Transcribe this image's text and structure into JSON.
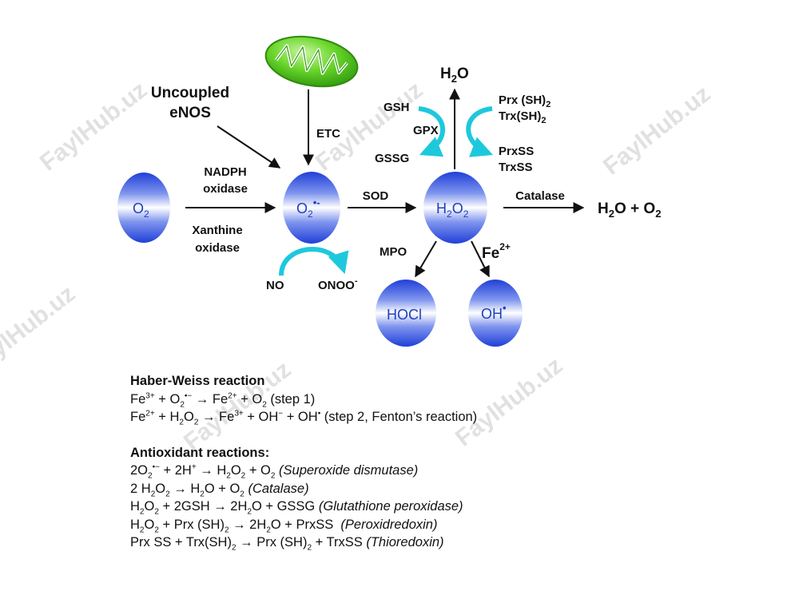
{
  "watermark": "FaylHub.uz",
  "diagram": {
    "uncoupled_enos_line1": "Uncoupled",
    "uncoupled_enos_line2": "eNOS",
    "etc": "ETC",
    "nadph_line1": "NADPH",
    "nadph_line2": "oxidase",
    "xanthine_line1": "Xanthine",
    "xanthine_line2": "oxidase",
    "sod": "SOD",
    "catalase": "Catalase",
    "mpo": "MPO",
    "fe": "Fe",
    "fe_charge": "2+",
    "gsh": "GSH",
    "gpx": "GPX",
    "gssg": "GSSG",
    "prx_sh": "Prx (SH)",
    "prx_sh_sub": "2",
    "trx_sh": "Trx(SH)",
    "trx_sh_sub": "2",
    "prxss": "PrxSS",
    "trxss": "TrxSS",
    "no": "NO",
    "onoo": "ONOO",
    "onoo_sup": "-",
    "nodes": {
      "o2": {
        "main": "O",
        "sub": "2"
      },
      "superoxide": {
        "main": "O",
        "sub": "2",
        "sup": "•-"
      },
      "h2o2": {
        "a": "H",
        "sub1": "2",
        "b": "O",
        "sub2": "2"
      },
      "hocl": "HOCl",
      "oh": {
        "main": "OH",
        "sup": "•"
      }
    },
    "h2o_top": {
      "a": "H",
      "sub": "2",
      "b": "O"
    },
    "h2o_o2": {
      "a": "H",
      "sub1": "2",
      "b": "O + O",
      "sub2": "2"
    }
  },
  "colors": {
    "sphere_blue": "#1f3fd8",
    "teal_arrow": "#1ec8dc",
    "mito_green": "#49c21a"
  },
  "equations": {
    "haber_title": "Haber-Weiss reaction",
    "h1": {
      "p1": "Fe",
      "s1": "3+",
      "p2": " + O",
      "b1": "2",
      "s2": "•−",
      "p3": " → Fe",
      "s3": "2+",
      "p4": " + O",
      "b2": "2",
      "p5": " (step 1)"
    },
    "h2": {
      "p1": "Fe",
      "s1": "2+",
      "p2": " + H",
      "b1": "2",
      "p3": "O",
      "b2": "2",
      "p4": " → Fe",
      "s2": "3+",
      "p5": " + OH",
      "s3": "−",
      "p6": " + OH",
      "s4": "•",
      "p7": " (step 2, Fenton’s reaction)"
    },
    "anti_title": "Antioxidant reactions:",
    "a1": {
      "p1": "2O",
      "b1": "2",
      "s1": "•−",
      "p2": " + 2H",
      "s2": "+",
      "p3": " → H",
      "b2": "2",
      "p4": "O",
      "b3": "2",
      "p5": " + O",
      "b4": "2",
      "p6": " ",
      "enz": "(Superoxide dismutase)"
    },
    "a2": {
      "p1": "2 H",
      "b1": "2",
      "p2": "O",
      "b2": "2",
      "p3": " → H",
      "b3": "2",
      "p4": "O + O",
      "b4": "2",
      "p5": " ",
      "enz": "(Catalase)"
    },
    "a3": {
      "p1": "H",
      "b1": "2",
      "p2": "O",
      "b2": "2",
      "p3": " + 2GSH → 2H",
      "b3": "2",
      "p4": "O + GSSG ",
      "enz": "(Glutathione peroxidase)"
    },
    "a4": {
      "p1": "H",
      "b1": "2",
      "p2": "O",
      "b2": "2",
      "p3": " + Prx (SH)",
      "b3": "2",
      "p4": " → 2H",
      "b4": "2",
      "p5": "O + PrxSS  ",
      "enz": "(Peroxidredoxin)"
    },
    "a5": {
      "p1": "Prx SS + Trx(SH)",
      "b1": "2",
      "p2": " → Prx (SH)",
      "b2": "2",
      "p3": " + TrxSS ",
      "enz": "(Thioredoxin)"
    }
  }
}
